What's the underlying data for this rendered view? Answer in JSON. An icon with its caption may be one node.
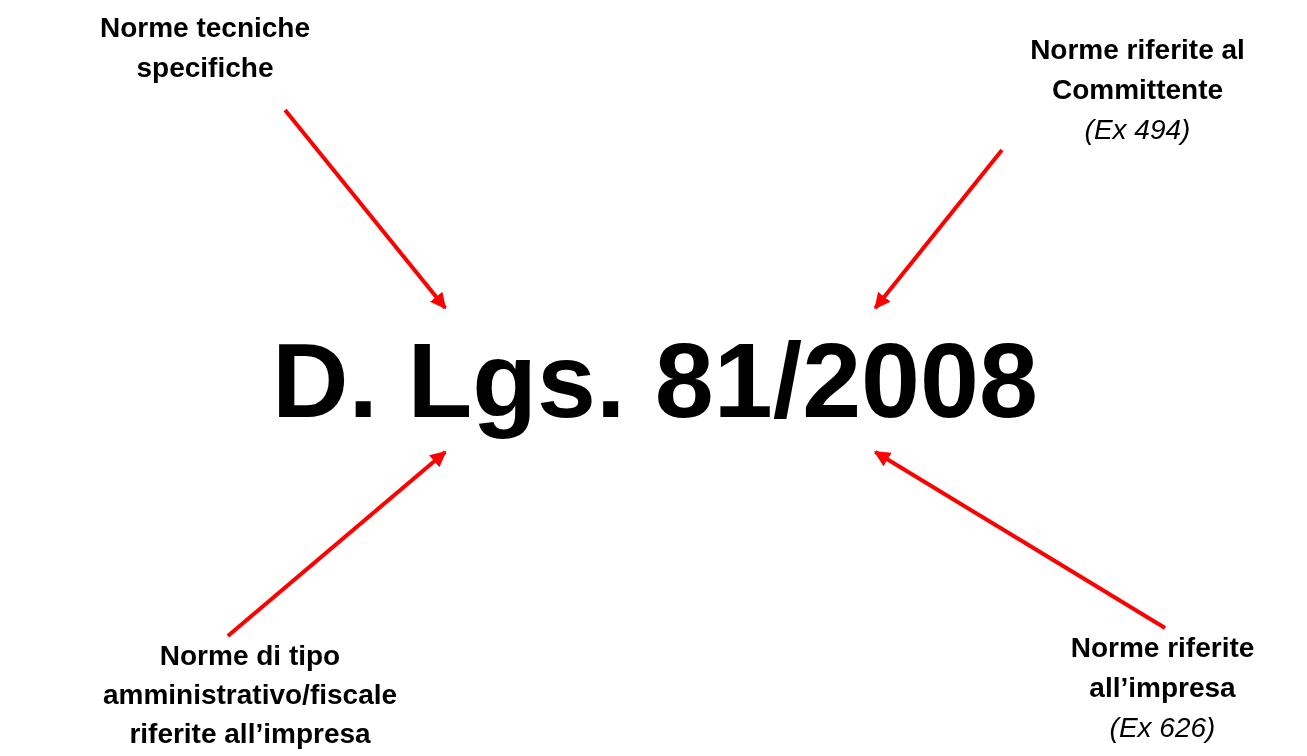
{
  "diagram": {
    "nodes": [
      {
        "text": [
          "D. Lgs. 81/2008"
        ]
      },
      {
        "text": [
          "Norme tecniche specifiche"
        ]
      },
      {
        "text": [
          "Norme riferite al Committente",
          "(Ex 494)"
        ]
      },
      {
        "text": [
          "Norme di tipo amministrativo/fiscale riferite all’impresa"
        ]
      },
      {
        "text": [
          "Norme riferite all’impresa",
          "(Ex 626)"
        ]
      }
    ],
    "edges": [
      {
        "from": 1,
        "to": 0,
        "arrow": "to"
      },
      {
        "from": 2,
        "to": 0,
        "arrow": "to"
      },
      {
        "from": 3,
        "to": 0,
        "arrow": "to"
      },
      {
        "from": 4,
        "to": 0,
        "arrow": "to"
      }
    ]
  }
}
